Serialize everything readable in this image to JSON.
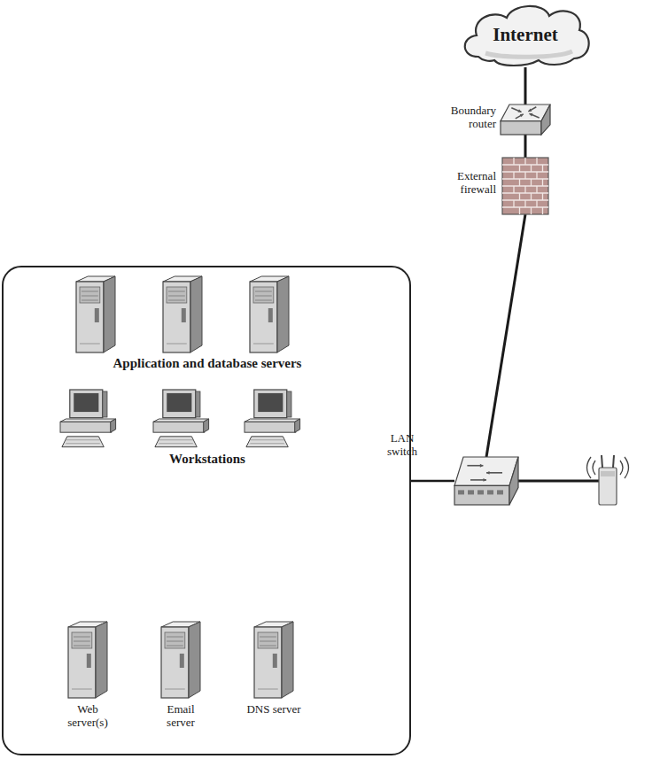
{
  "diagram": {
    "nodes": [
      {
        "text": [
          "Internet"
        ]
      },
      {
        "text": [
          "Boundary router"
        ]
      },
      {
        "text": [
          "External firewall"
        ]
      },
      {
        "text": [
          "LAN switch"
        ]
      },
      {
        "text": []
      },
      {
        "text": [
          "Application and database servers"
        ],
        "in": 4
      },
      {
        "text": [
          "Workstations"
        ],
        "in": 4
      },
      {
        "text": [
          "Web server(s)"
        ],
        "in": 4
      },
      {
        "text": [
          "Email server"
        ],
        "in": 4
      },
      {
        "text": [
          "DNS server"
        ],
        "in": 4
      }
    ],
    "edges": [
      {
        "from": 0,
        "to": 1,
        "arrow": "none"
      },
      {
        "from": 1,
        "to": 2,
        "arrow": "none"
      },
      {
        "from": 2,
        "to": 3,
        "arrow": "none"
      },
      {
        "from": 3,
        "to": 4,
        "arrow": "none"
      }
    ]
  }
}
